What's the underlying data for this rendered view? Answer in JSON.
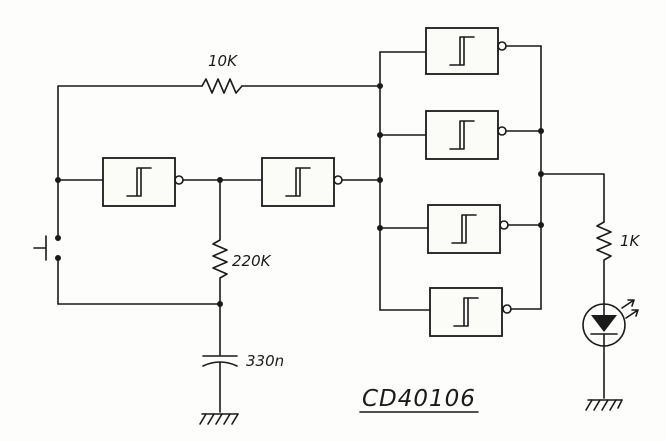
{
  "labels": {
    "feedback_resistor": "10K",
    "timing_resistor": "220K",
    "capacitor": "330n",
    "led_resistor": "1K",
    "chip": "CD40106"
  },
  "icons": {
    "schmitt": "schmitt-trigger-hysteresis-icon",
    "button": "push-button-icon",
    "led": "led-icon",
    "ground": "ground-icon"
  },
  "colors": {
    "ink": "#1a1a1a",
    "paper": "#fdfdfb"
  }
}
